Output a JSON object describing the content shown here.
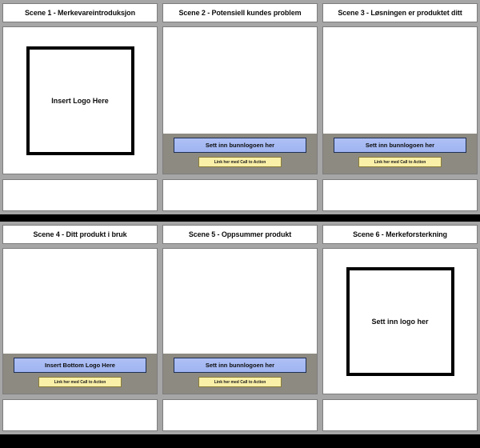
{
  "storyboard": {
    "labels": {
      "logo_placeholder_en": "Insert Logo Here",
      "logo_placeholder_no": "Sett inn logo her",
      "bottom_logo_en": "Insert Bottom Logo Here",
      "bottom_logo_no": "Sett inn bunnlogoen her",
      "cta_link": "Link her med Call to Action"
    },
    "colors": {
      "page_background": "#000000",
      "sheet_background": "#a6a6a6",
      "panel_white": "#ffffff",
      "panel_border": "#7d7d7d",
      "footer_band": "#8d8a82",
      "bottom_logo_button": "#9fb4f2",
      "bottom_logo_button_border": "#1f2f55",
      "cta_button": "#faf0a8",
      "cta_button_border": "#8a7d3a",
      "logo_box_border": "#000000",
      "text": "#0d0d0d"
    },
    "rows": [
      {
        "scenes": [
          {
            "title": "Scene 1 - Merkevareintroduksjon",
            "content_type": "logo-box",
            "logo_text": "Insert Logo Here",
            "notes": ""
          },
          {
            "title": "Scene 2 - Potensiell kundes problem",
            "content_type": "footer-band",
            "bottom_logo_text": "Sett inn bunnlogoen her",
            "cta_text": "Link her med Call to Action",
            "notes": ""
          },
          {
            "title": "Scene 3 - Løsningen er produktet ditt",
            "content_type": "footer-band",
            "bottom_logo_text": "Sett inn bunnlogoen her",
            "cta_text": "Link her med Call to Action",
            "notes": ""
          }
        ]
      },
      {
        "scenes": [
          {
            "title": "Scene 4 - Ditt produkt i bruk",
            "content_type": "footer-band",
            "bottom_logo_text": "Insert Bottom Logo Here",
            "cta_text": "Link her med Call to Action",
            "notes": ""
          },
          {
            "title": "Scene 5 - Oppsummer produkt",
            "content_type": "footer-band",
            "bottom_logo_text": "Sett inn bunnlogoen her",
            "cta_text": "Link her med Call to Action",
            "notes": ""
          },
          {
            "title": "Scene 6 - Merkeforsterkning",
            "content_type": "logo-box",
            "logo_text": "Sett inn logo her",
            "notes": ""
          }
        ]
      }
    ]
  }
}
